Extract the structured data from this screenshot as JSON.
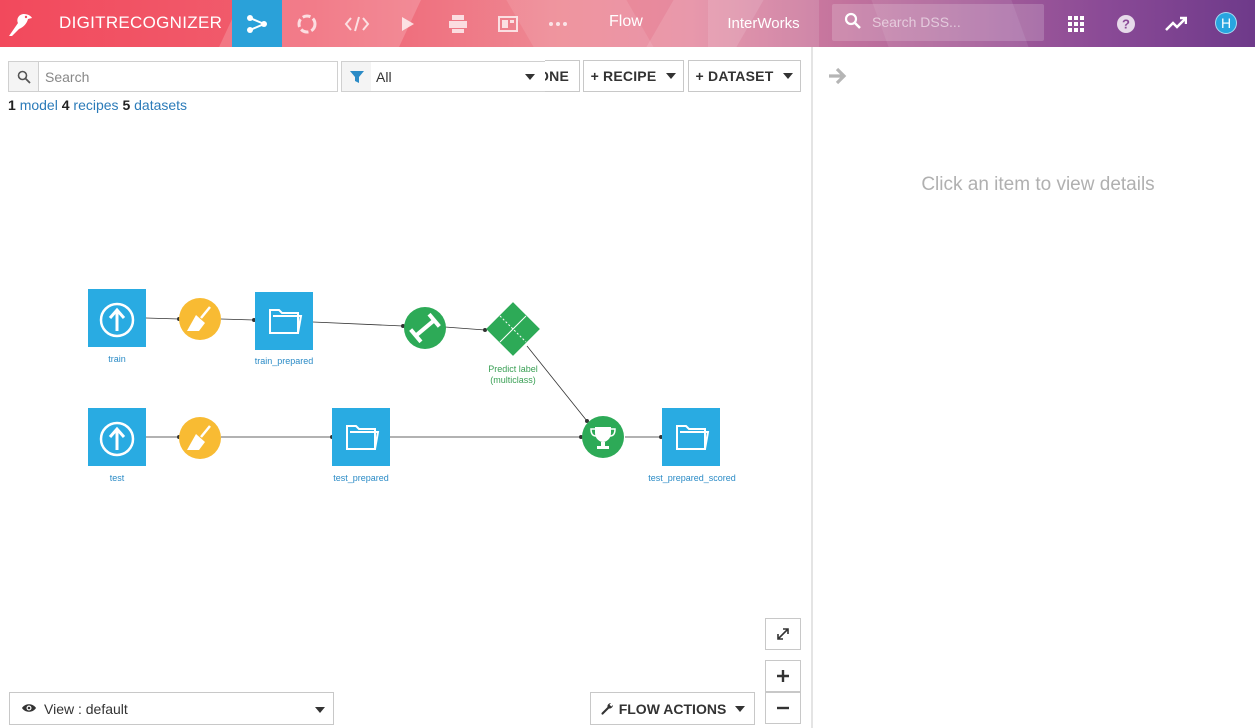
{
  "topbar": {
    "project_name": "DIGITRECOGNIZER",
    "current_view": "Flow",
    "instance_name": "InterWorks",
    "search_placeholder": "Search DSS...",
    "user_initial": "H",
    "nav_items": [
      "flow-icon",
      "lab-icon",
      "code-icon",
      "run-icon",
      "notebook-icon",
      "dashboard-icon",
      "more-icon"
    ]
  },
  "toolbar": {
    "search_placeholder": "Search",
    "filter_value": "All",
    "zone_label": "ONE",
    "recipe_label": "+ RECIPE",
    "dataset_label": "+ DATASET"
  },
  "summary": {
    "model_count": "1",
    "model_label": "model",
    "recipe_count": "4",
    "recipe_label": "recipes",
    "dataset_count": "5",
    "dataset_label": "datasets"
  },
  "flow": {
    "nodes": [
      {
        "id": "train",
        "kind": "upload-dataset",
        "label": "train"
      },
      {
        "id": "prep1",
        "kind": "prepare-recipe",
        "label": ""
      },
      {
        "id": "train_prepared",
        "kind": "dataset",
        "label": "train_prepared"
      },
      {
        "id": "train_recipe",
        "kind": "train-recipe",
        "label": ""
      },
      {
        "id": "model",
        "kind": "saved-model",
        "label_line1": "Predict label",
        "label_line2": "(multiclass)"
      },
      {
        "id": "test",
        "kind": "upload-dataset",
        "label": "test"
      },
      {
        "id": "prep2",
        "kind": "prepare-recipe",
        "label": ""
      },
      {
        "id": "test_prepared",
        "kind": "dataset",
        "label": "test_prepared"
      },
      {
        "id": "score",
        "kind": "score-recipe",
        "label": ""
      },
      {
        "id": "test_prepared_scored",
        "kind": "dataset",
        "label": "test_prepared_scored"
      }
    ],
    "colors": {
      "dataset": "#29abe2",
      "prepare": "#f8bb33",
      "ml": "#2daa57"
    }
  },
  "bottom": {
    "view_label": "View : default",
    "flow_actions_label": "FLOW ACTIONS"
  },
  "details": {
    "empty_message": "Click an item to view details"
  }
}
